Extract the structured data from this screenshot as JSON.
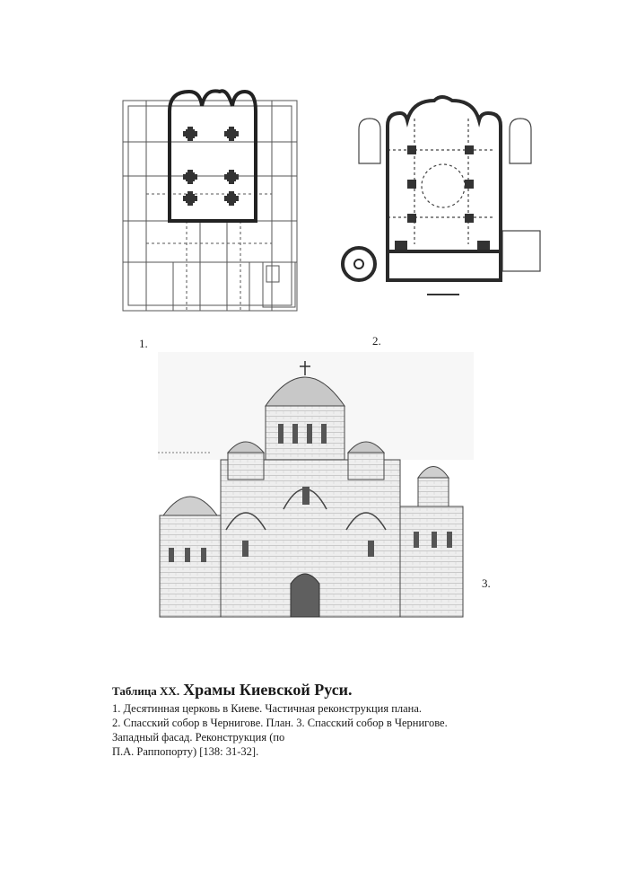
{
  "figures": {
    "fig1": {
      "number": "1."
    },
    "fig2": {
      "number": "2."
    },
    "fig3": {
      "number": "3."
    }
  },
  "caption": {
    "prefix": "Таблица XX.",
    "title": "Храмы Киевской Руси.",
    "lines": [
      "1. Десятинная церковь в Киеве. Частичная реконструкция плана.",
      "2. Спасский собор в Чернигове. План. 3. Спасский собор в Чернигове.",
      "Западный фасад. Реконструкция (по",
      "П.А. Раппопорту) [138: 31-32]."
    ]
  }
}
